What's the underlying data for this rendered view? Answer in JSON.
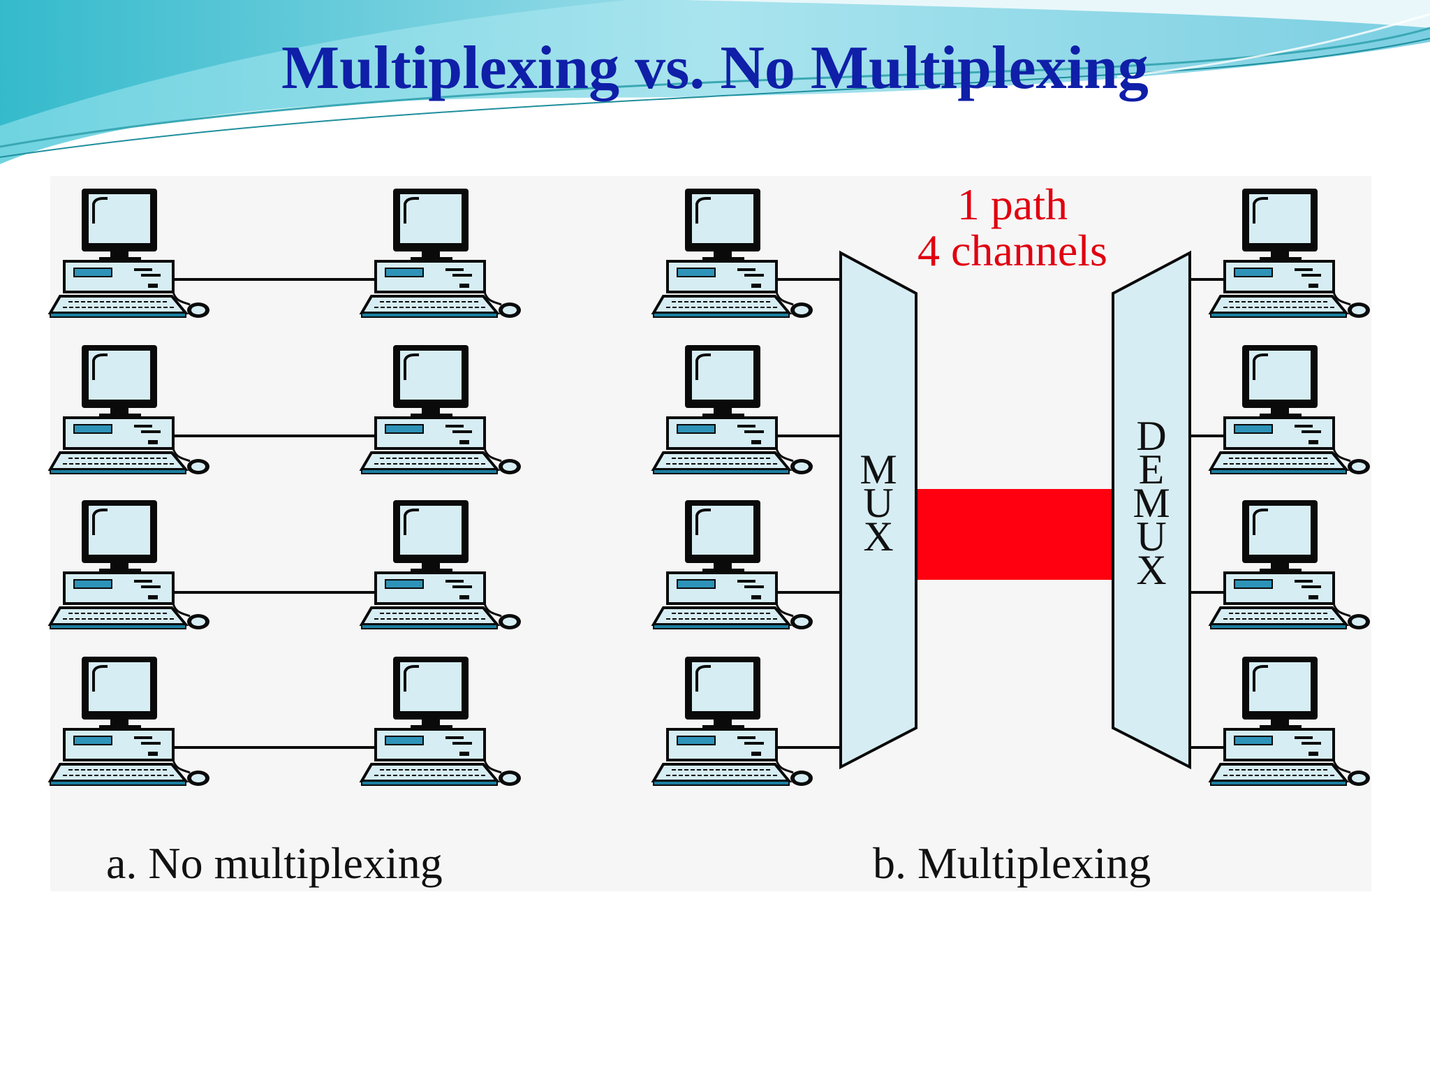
{
  "slide": {
    "title": "Multiplexing vs. No Multiplexing"
  },
  "diagram_a": {
    "caption": "a. No multiplexing",
    "pairs": 4
  },
  "diagram_b": {
    "caption": "b. Multiplexing",
    "path_label_line1": "1 path",
    "path_label_line2": "4 channels",
    "mux_letters": [
      "M",
      "U",
      "X"
    ],
    "demux_letters": [
      "D",
      "E",
      "M",
      "U",
      "X"
    ],
    "computers_per_side": 4
  },
  "colors": {
    "title": "#0f1fa8",
    "path_label": "#e00010",
    "link_band": "#ff0010",
    "device_fill": "#d6edf3",
    "screen_fill": "#d6edf3",
    "drive_slot": "#2e93b8",
    "keyboard": "#1a7fa0",
    "header_teal": "#47c6d3"
  },
  "icons": {
    "computer": "desktop-computer-icon"
  }
}
